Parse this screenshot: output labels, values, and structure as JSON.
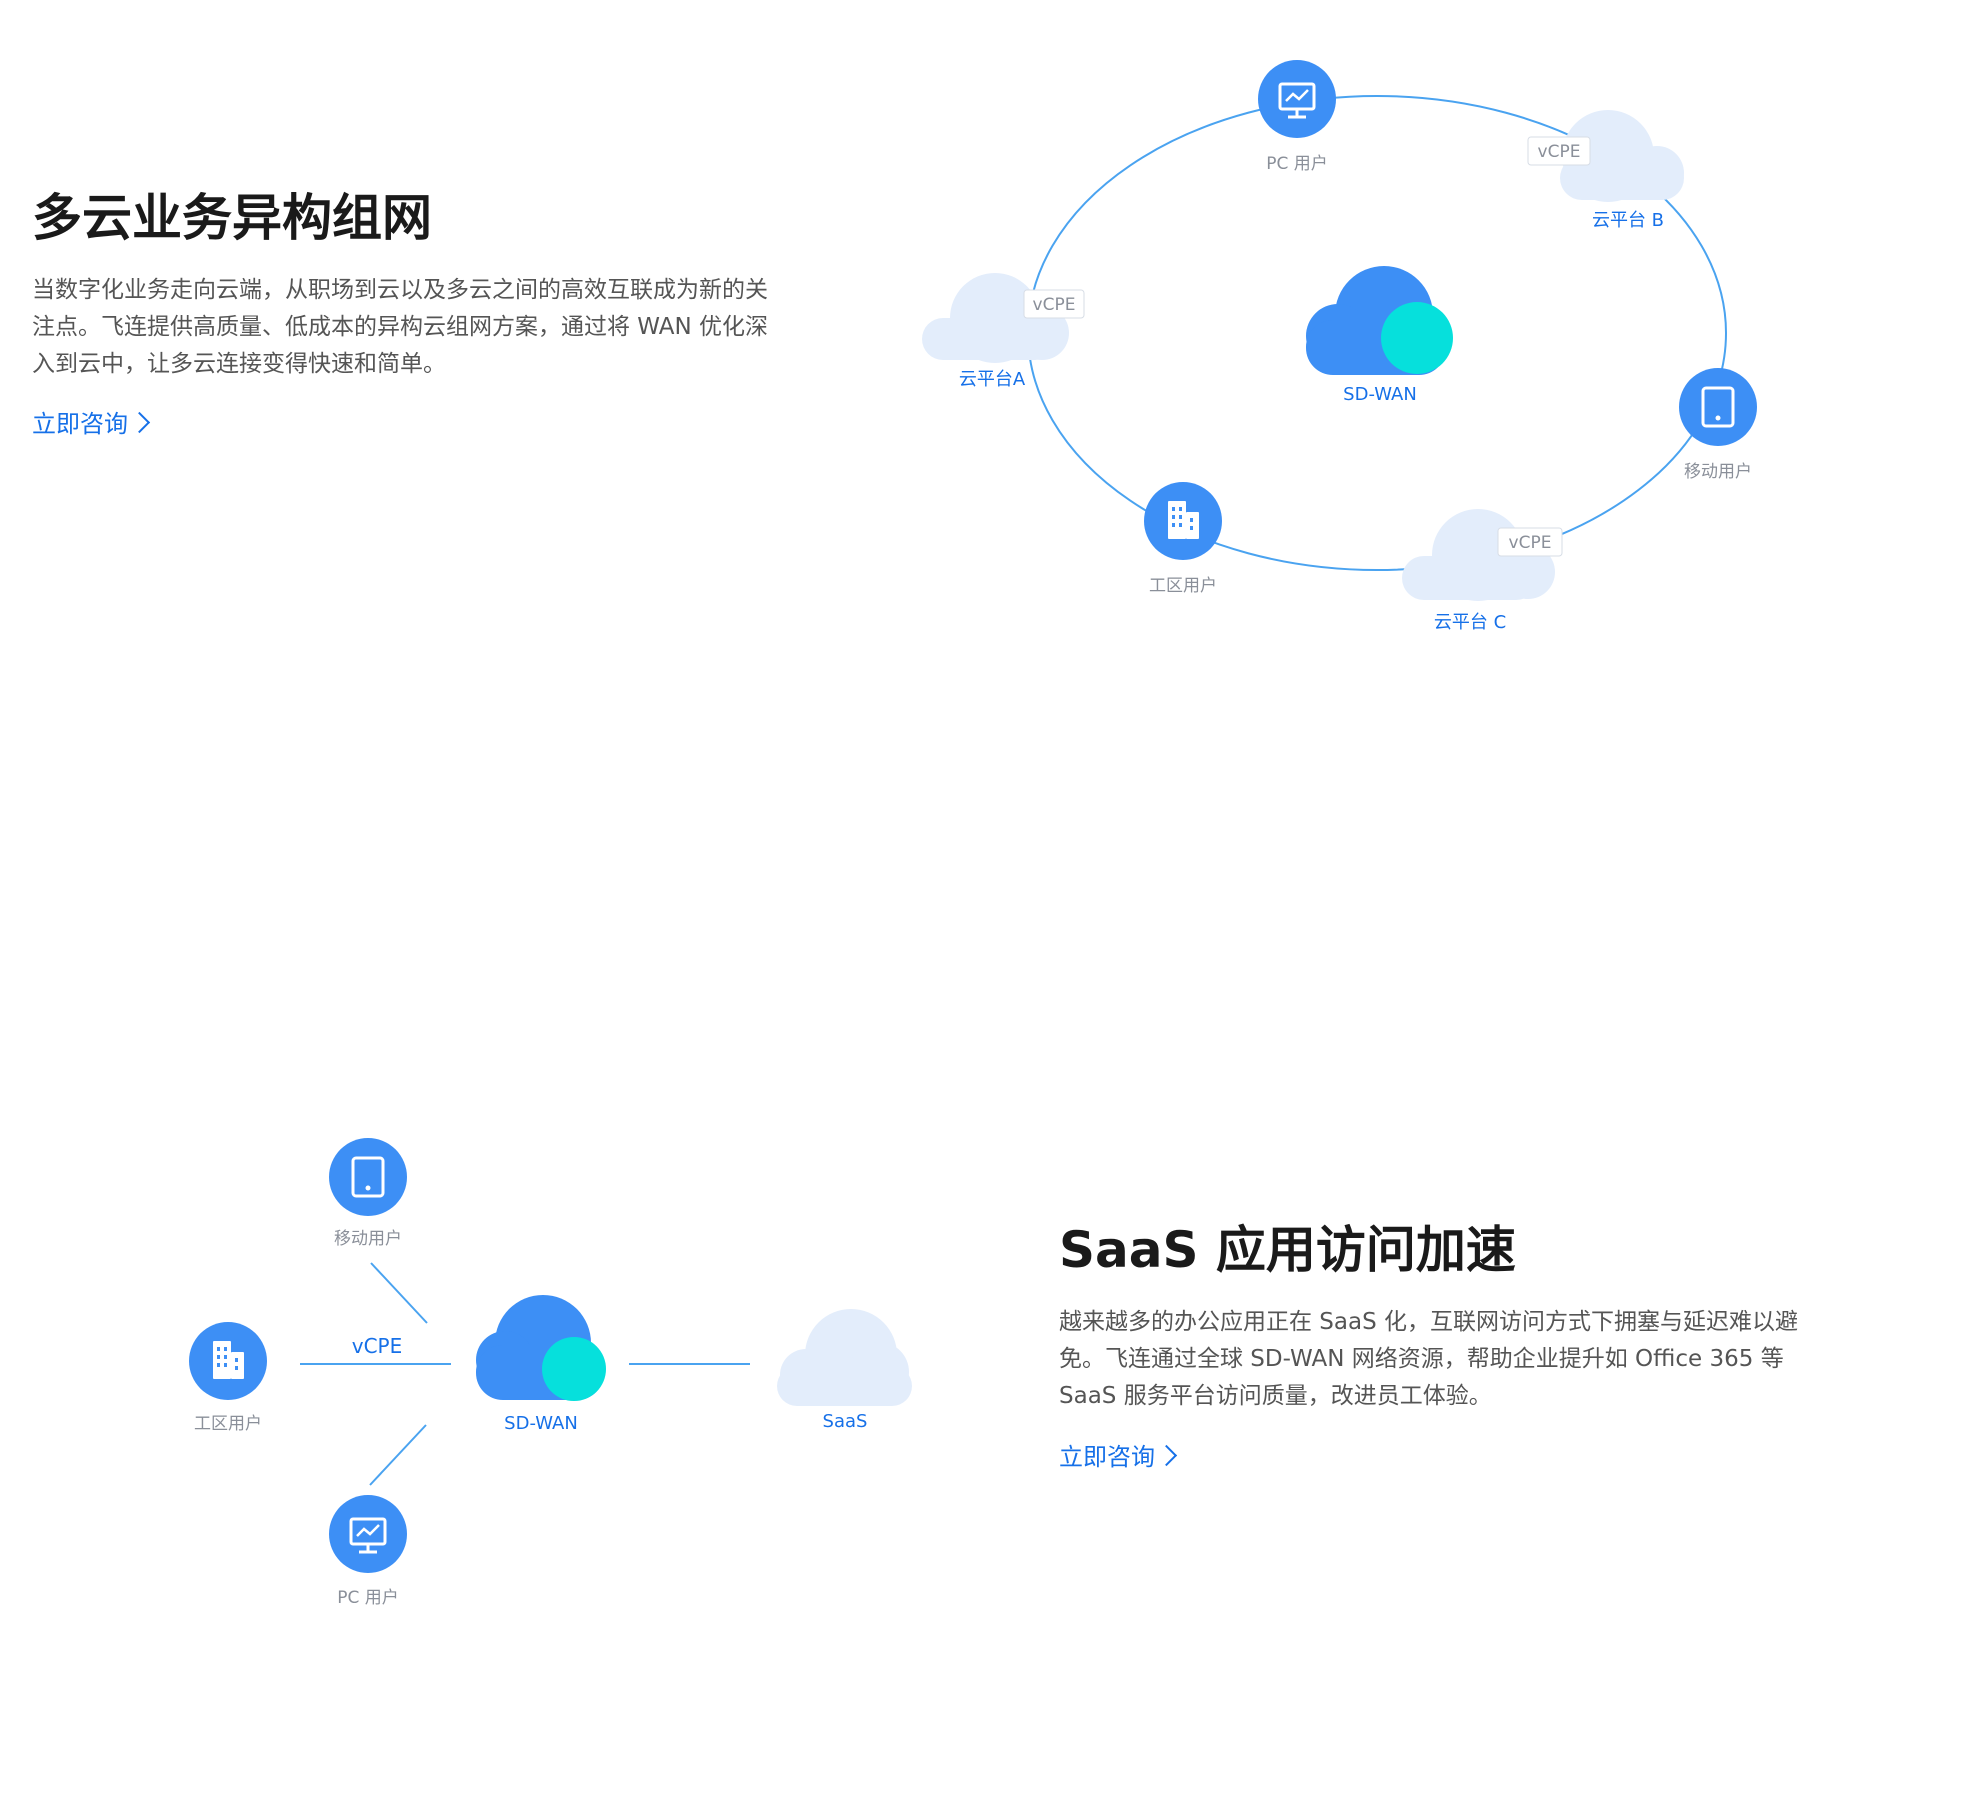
{
  "section1": {
    "title": "多云业务异构组网",
    "description_lines": [
      "当数字化业务走向云端，从职场到云以及多云之间的高效互联成为新的关",
      "注点。飞连提供高质量、低成本的异构云组网方案，通过将 WAN 优化深",
      "入到云中，让多云连接变得快速和简单。"
    ],
    "cta": "立即咨询",
    "diagram": {
      "hub_label": "SD-WAN",
      "nodes": {
        "pc_user": "PC 用户",
        "mobile_user": "移动用户",
        "office_user": "工区用户",
        "cloud_a": "云平台A",
        "cloud_b": "云平台 B",
        "cloud_c": "云平台 C"
      },
      "vcpe": "vCPE"
    }
  },
  "section2": {
    "title": "SaaS 应用访问加速",
    "description_lines": [
      "越来越多的办公应用正在 SaaS 化，互联网访问方式下拥塞与延迟难以避",
      "免。飞连通过全球 SD-WAN 网络资源，帮助企业提升如 Office 365 等",
      "SaaS 服务平台访问质量，改进员工体验。"
    ],
    "cta": "立即咨询",
    "diagram": {
      "hub_label": "SD-WAN",
      "mobile_user": "移动用户",
      "office_user": "工区用户",
      "pc_user": "PC 用户",
      "saas_label": "SaaS",
      "vcpe": "vCPE"
    }
  },
  "colors": {
    "node_blue": "#3d8ff5",
    "accent_cyan": "#06e0dc",
    "cloud_light": "#e3edfb",
    "link_blue": "#1670e8",
    "line_blue": "#4aa3f0"
  },
  "icons": [
    "monitor-icon",
    "tablet-icon",
    "building-icon",
    "chevron-right-icon"
  ]
}
